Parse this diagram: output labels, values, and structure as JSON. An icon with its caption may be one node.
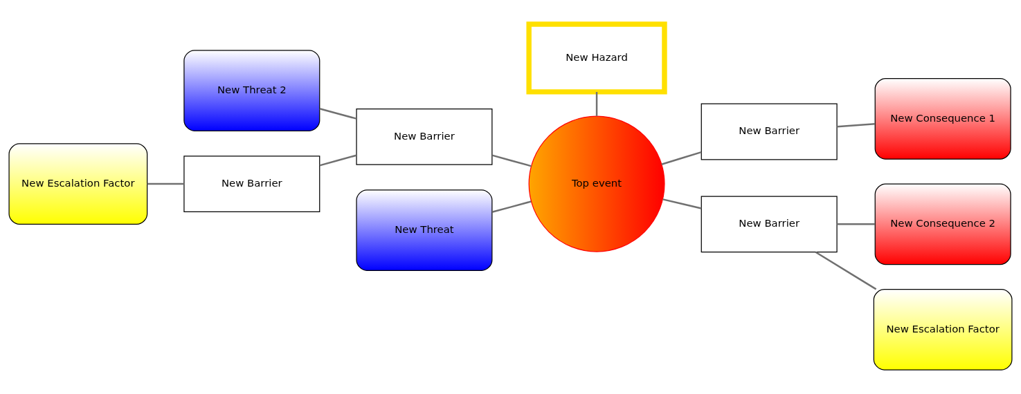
{
  "diagram": {
    "nodes": [
      {
        "text": [
          "New Hazard"
        ]
      },
      {
        "text": [
          "New Threat 2"
        ]
      },
      {
        "text": [
          "New Barrier"
        ]
      },
      {
        "text": [
          "New Escalation Factor"
        ]
      },
      {
        "text": [
          "New Barrier"
        ]
      },
      {
        "text": [
          "Top event"
        ]
      },
      {
        "text": [
          "New Threat"
        ]
      },
      {
        "text": [
          "New Consequence 1"
        ]
      },
      {
        "text": [
          "New Barrier"
        ]
      },
      {
        "text": [
          "New Consequence 2"
        ]
      },
      {
        "text": [
          "New Barrier"
        ]
      },
      {
        "text": [
          "New Escalation Factor"
        ]
      }
    ],
    "edges": [
      {
        "from": 1,
        "to": 2,
        "arrow": "none"
      },
      {
        "from": 2,
        "to": 5,
        "arrow": "none"
      },
      {
        "from": 3,
        "to": 4,
        "arrow": "none"
      },
      {
        "from": 4,
        "to": 2,
        "arrow": "none"
      },
      {
        "from": 6,
        "to": 5,
        "arrow": "none"
      },
      {
        "from": 0,
        "to": 5,
        "arrow": "none"
      },
      {
        "from": 5,
        "to": 8,
        "arrow": "none"
      },
      {
        "from": 8,
        "to": 7,
        "arrow": "none"
      },
      {
        "from": 5,
        "to": 10,
        "arrow": "none"
      },
      {
        "from": 10,
        "to": 9,
        "arrow": "none"
      },
      {
        "from": 10,
        "to": 11,
        "arrow": "none"
      }
    ]
  }
}
